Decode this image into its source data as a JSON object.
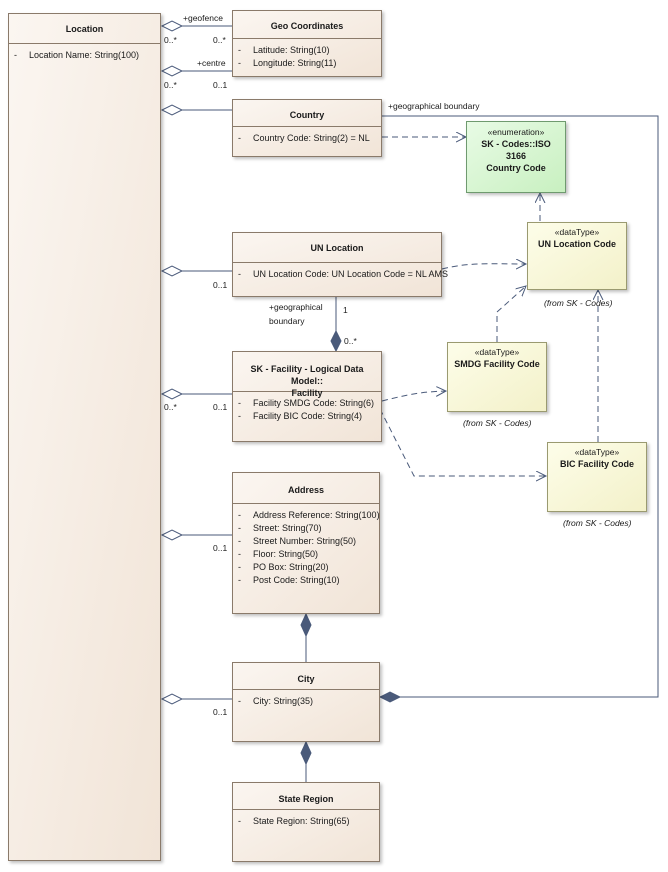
{
  "classes": {
    "location": {
      "name": "Location",
      "attrs": [
        {
          "vis": "-",
          "text": "Location Name: String(100)"
        }
      ]
    },
    "geo": {
      "name": "Geo Coordinates",
      "attrs": [
        {
          "vis": "-",
          "text": "Latitude: String(10)"
        },
        {
          "vis": "-",
          "text": "Longitude: String(11)"
        }
      ]
    },
    "country": {
      "name": "Country",
      "attrs": [
        {
          "vis": "-",
          "text": "Country Code: String(2) = NL"
        }
      ]
    },
    "iso": {
      "stereotype": "«enumeration»",
      "name_line1": "SK - Codes::ISO 3166",
      "name_line2": "Country Code"
    },
    "unlocation": {
      "name": "UN Location",
      "attrs": [
        {
          "vis": "-",
          "text": "UN Location Code: UN Location Code = NL AMS"
        }
      ]
    },
    "unloccode": {
      "stereotype": "«dataType»",
      "name": "UN Location Code",
      "from": "(from SK - Codes)"
    },
    "facility": {
      "name_line1": "SK - Facility - Logical Data Model::",
      "name_line2": "Facility",
      "attrs": [
        {
          "vis": "-",
          "text": "Facility SMDG Code: String(6)"
        },
        {
          "vis": "-",
          "text": "Facility BIC Code: String(4)"
        }
      ]
    },
    "smdg": {
      "stereotype": "«dataType»",
      "name": "SMDG Facility Code",
      "from": "(from SK - Codes)"
    },
    "bic": {
      "stereotype": "«dataType»",
      "name": "BIC Facility Code",
      "from": "(from SK - Codes)"
    },
    "address": {
      "name": "Address",
      "attrs": [
        {
          "vis": "-",
          "text": "Address Reference: String(100)"
        },
        {
          "vis": "-",
          "text": "Street: String(70)"
        },
        {
          "vis": "-",
          "text": "Street Number: String(50)"
        },
        {
          "vis": "-",
          "text": "Floor: String(50)"
        },
        {
          "vis": "-",
          "text": "PO Box: String(20)"
        },
        {
          "vis": "-",
          "text": "Post Code: String(10)"
        }
      ]
    },
    "city": {
      "name": "City",
      "attrs": [
        {
          "vis": "-",
          "text": "City: String(35)"
        }
      ]
    },
    "state": {
      "name": "State Region",
      "attrs": [
        {
          "vis": "-",
          "text": "State Region: String(65)"
        }
      ]
    }
  },
  "labels": {
    "geofence_role": "+geofence",
    "geofence_src_mult": "0..*",
    "geofence_dst_mult": "0..*",
    "centre_role": "+centre",
    "centre_src_mult": "0..*",
    "centre_dst_mult": "0..1",
    "geo_boundary_role": "+geographical boundary",
    "unloc_mult": "0..1",
    "unloc_boundary_role_line1": "+geographical",
    "unloc_boundary_role_line2": "boundary",
    "unloc_facility_src_mult": "1",
    "unloc_facility_dst_mult": "0..*",
    "facility_src_mult": "0..*",
    "facility_dst_mult": "0..1",
    "address_mult": "0..1",
    "city_mult": "0..1"
  },
  "colors": {
    "line": "#4a5a7a",
    "diamond_filled": "#4a5a7a",
    "class_border": "#8a7a6a",
    "enum_fill": "#c8f0c0",
    "datatype_fill": "#f3f1c9"
  }
}
